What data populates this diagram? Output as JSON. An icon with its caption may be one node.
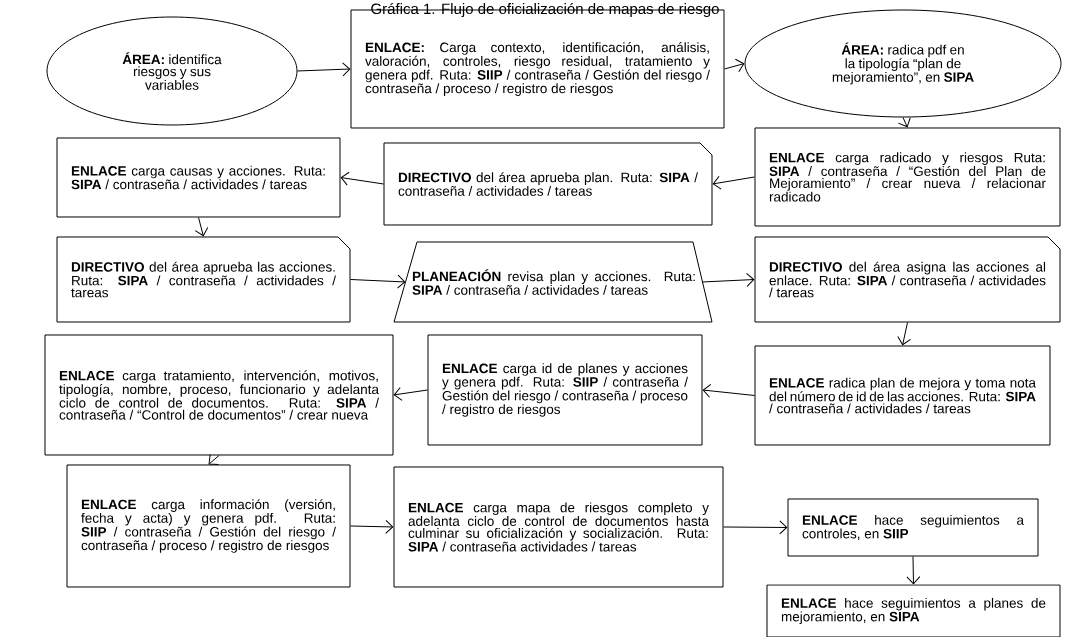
{
  "diagram": {
    "title": "Gráfica 1. Flujo de oficialización de mapas de riesgo",
    "nodes": [
      {
        "text": [
          "**ÁREA:** identifica riesgos y sus variables"
        ]
      },
      {
        "text": [
          "**ENLACE:** Carga contexto, identificación, análisis, valoración, controles, riesgo residual, tratamiento y genera pdf. Ruta: **SIIP** / contraseña / Gestión del riesgo / contraseña / proceso / registro de riesgos"
        ]
      },
      {
        "text": [
          "**ÁREA:** radica pdf en la tipología “plan de mejoramiento”, en **SIPA**"
        ]
      },
      {
        "text": [
          "**ENLACE** carga radicado y riesgos Ruta: **SIPA** / contraseña / “Gestión del Plan de Mejoramiento” / crear nueva / relacionar radicado"
        ]
      },
      {
        "text": [
          "**DIRECTIVO** del área aprueba plan. Ruta: **SIPA** / contraseña / actividades / tareas"
        ]
      },
      {
        "text": [
          "**ENLACE** carga causas y acciones. Ruta: **SIPA** / contraseña / actividades / tareas"
        ]
      },
      {
        "text": [
          "**DIRECTIVO** del área aprueba las acciones. Ruta: **SIPA** / contraseña / actividades / tareas"
        ]
      },
      {
        "text": [
          "**PLANEACIÓN** revisa plan y acciones. Ruta: **SIPA** / contraseña / actividades / tareas"
        ]
      },
      {
        "text": [
          "**DIRECTIVO** del área asigna las acciones al enlace. Ruta: **SIPA** / contraseña / actividades / tareas"
        ]
      },
      {
        "text": [
          "**ENLACE** radica plan de mejora y toma nota del número de id de las acciones. Ruta: **SIPA** / contraseña / actividades / tareas"
        ]
      },
      {
        "text": [
          "**ENLACE** carga id de planes y acciones y genera pdf. Ruta: **SIIP** / contraseña / Gestión del riesgo / contraseña / proceso / registro de riesgos"
        ]
      },
      {
        "text": [
          "**ENLACE** carga tratamiento, intervención, motivos, tipología, nombre, proceso, funcionario y adelanta ciclo de control de documentos. Ruta: **SIPA** / contraseña / “Control de documentos” / crear nueva"
        ]
      },
      {
        "text": [
          "**ENLACE** carga información (versión, fecha y acta) y genera pdf. Ruta: **SIIP** / contraseña / Gestión del riesgo / contraseña / proceso / registro de riesgos"
        ]
      },
      {
        "text": [
          "**ENLACE** carga mapa de riesgos completo y adelanta ciclo de control de documentos hasta culminar su oficialización y socialización. Ruta: **SIPA** / contraseña actividades / tareas"
        ]
      },
      {
        "text": [
          "**ENLACE** hace seguimientos a controles, en **SIIP**"
        ]
      },
      {
        "text": [
          "**ENLACE** hace seguimientos a planes de mejoramiento, en **SIPA**"
        ]
      }
    ],
    "edges": [
      {
        "from": 0,
        "to": 1,
        "arrow": "to"
      },
      {
        "from": 1,
        "to": 2,
        "arrow": "to"
      },
      {
        "from": 2,
        "to": 3,
        "arrow": "to"
      },
      {
        "from": 3,
        "to": 4,
        "arrow": "to"
      },
      {
        "from": 4,
        "to": 5,
        "arrow": "to"
      },
      {
        "from": 5,
        "to": 6,
        "arrow": "to"
      },
      {
        "from": 6,
        "to": 7,
        "arrow": "to"
      },
      {
        "from": 7,
        "to": 8,
        "arrow": "to"
      },
      {
        "from": 8,
        "to": 9,
        "arrow": "to"
      },
      {
        "from": 9,
        "to": 10,
        "arrow": "to"
      },
      {
        "from": 10,
        "to": 11,
        "arrow": "to"
      },
      {
        "from": 11,
        "to": 12,
        "arrow": "to"
      },
      {
        "from": 12,
        "to": 13,
        "arrow": "to"
      },
      {
        "from": 13,
        "to": 14,
        "arrow": "to"
      },
      {
        "from": 14,
        "to": 15,
        "arrow": "to"
      }
    ]
  }
}
